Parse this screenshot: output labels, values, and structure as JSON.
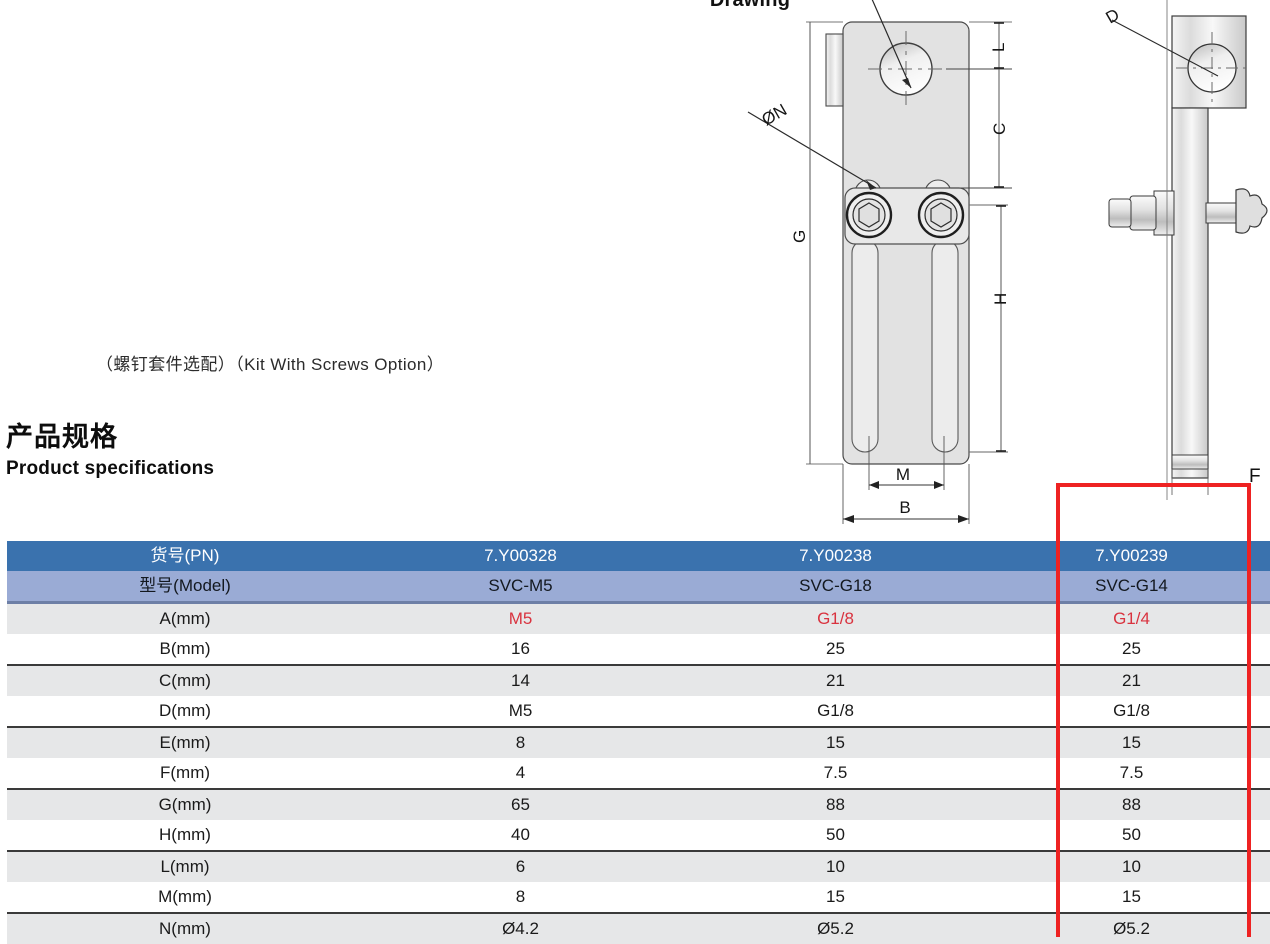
{
  "drawing": {
    "title": "Drawing",
    "labels": {
      "diameter_n": "ØN",
      "dim_l": "L",
      "dim_c": "C",
      "dim_g": "G",
      "dim_h": "H",
      "dim_m": "M",
      "dim_b": "B",
      "dim_d": "D",
      "dim_f": "F"
    }
  },
  "kit_caption": "（螺钉套件选配）（Kit With Screws Option）",
  "section_heading": {
    "cn": "产品规格",
    "en": "Product specifications"
  },
  "colors": {
    "header_pn_bg": "#3a72ae",
    "header_model_bg": "#9aabd5",
    "row_gray": "#e6e7e8",
    "row_white": "#ffffff",
    "accent_red": "#d9333f",
    "highlight_box": "#ee2222"
  },
  "table": {
    "columns": [
      "货号(PN)",
      "7.Y00328",
      "7.Y00238",
      "7.Y00239"
    ],
    "rows": [
      {
        "label": "货号(PN)",
        "values": [
          "7.Y00328",
          "7.Y00238",
          "7.Y00239"
        ],
        "style": "hdr-pn"
      },
      {
        "label": "型号(Model)",
        "values": [
          "SVC-M5",
          "SVC-G18",
          "SVC-G14"
        ],
        "style": "hdr-model"
      },
      {
        "label": "A(mm)",
        "values": [
          "M5",
          "G1/8",
          "G1/4"
        ],
        "style": "band-gray",
        "red": true
      },
      {
        "label": "B(mm)",
        "values": [
          "16",
          "25",
          "25"
        ],
        "style": "band-white rule-under"
      },
      {
        "label": "C(mm)",
        "values": [
          "14",
          "21",
          "21"
        ],
        "style": "band-gray"
      },
      {
        "label": "D(mm)",
        "values": [
          "M5",
          "G1/8",
          "G1/8"
        ],
        "style": "band-white rule-under"
      },
      {
        "label": "E(mm)",
        "values": [
          "8",
          "15",
          "15"
        ],
        "style": "band-gray"
      },
      {
        "label": "F(mm)",
        "values": [
          "4",
          "7.5",
          "7.5"
        ],
        "style": "band-white rule-under"
      },
      {
        "label": "G(mm)",
        "values": [
          "65",
          "88",
          "88"
        ],
        "style": "band-gray"
      },
      {
        "label": "H(mm)",
        "values": [
          "40",
          "50",
          "50"
        ],
        "style": "band-white rule-under"
      },
      {
        "label": "L(mm)",
        "values": [
          "6",
          "10",
          "10"
        ],
        "style": "band-gray"
      },
      {
        "label": "M(mm)",
        "values": [
          "8",
          "15",
          "15"
        ],
        "style": "band-white rule-under"
      },
      {
        "label": "N(mm)",
        "values": [
          "Ø4.2",
          "Ø5.2",
          "Ø5.2"
        ],
        "style": "band-gray"
      }
    ]
  },
  "highlight": {
    "column_index": 3,
    "f_label": "F"
  }
}
